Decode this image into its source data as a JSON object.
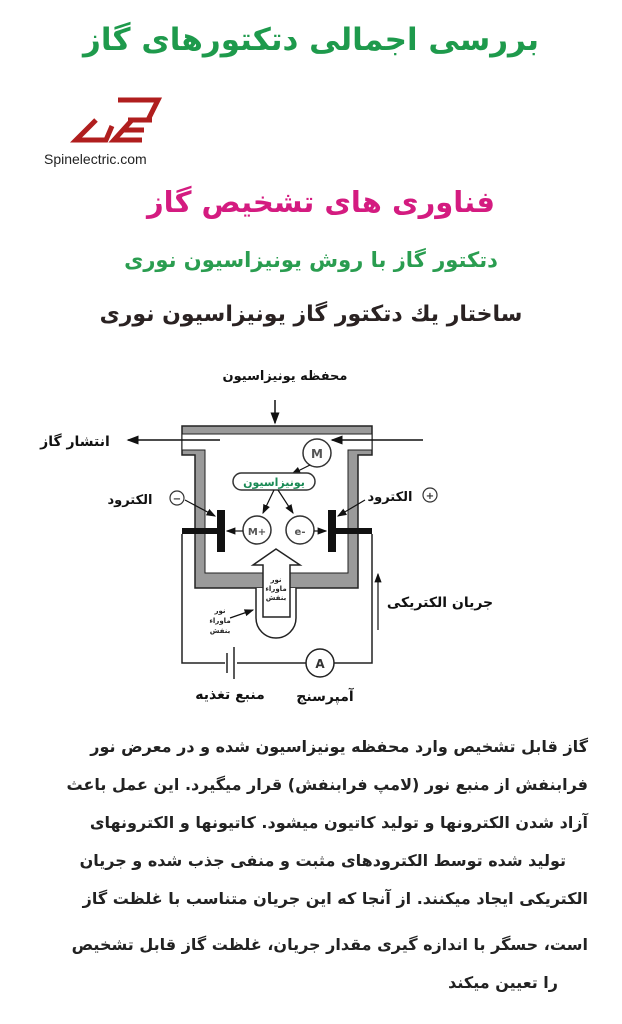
{
  "title": "بررسی اجمالی دتکتورهای گاز",
  "logo": {
    "site": "Spinelectric.com",
    "brand_color": "#b01e1e"
  },
  "heading_main": "فناوری های تشخیص گاز",
  "heading_sub": "دتکتور گاز با روش یونیزاسیون نوری",
  "heading_structure": "ساختار یك  دتکتور گاز یونیزاسیون نوری",
  "diagram": {
    "chamber": "محفظه یونیزاسیون",
    "gas_diffusion": "انتشار گاز",
    "ionization": "یونیزاسیون",
    "molecule": "M",
    "positive_ion": "M+",
    "electron": "e-",
    "electrode_left": "الکترود",
    "electrode_right": "الکترود",
    "minus": "−",
    "plus": "+",
    "uv_light": [
      "نور",
      "ماوراء",
      "بنفش"
    ],
    "current": "جریان الکتریکی",
    "ammeter_symbol": "A",
    "power_supply": "منبع تغذیه",
    "ammeter": "آمپرسنج"
  },
  "body_lines": [
    "گاز قابل تشخیص وارد محفظه یونیزاسیون شده و در معرض نور",
    "فرابنفش از منبع نور (لامپ فرابنفش) قرار میگیرد. این عمل باعث",
    "آزاد شدن الکترونها و تولید کاتیون میشود. کاتیونها و الکترونهای",
    "تولید شده توسط الکترودهای مثبت و منفی جذب شده و جریان",
    "الکتریکی ایجاد میکنند. از آنجا که این جریان متناسب با غلظت گاز",
    "است، حسگر با اندازه گیری مقدار جریان، غلظت گاز قابل تشخیص",
    "را تعیین میکند"
  ]
}
